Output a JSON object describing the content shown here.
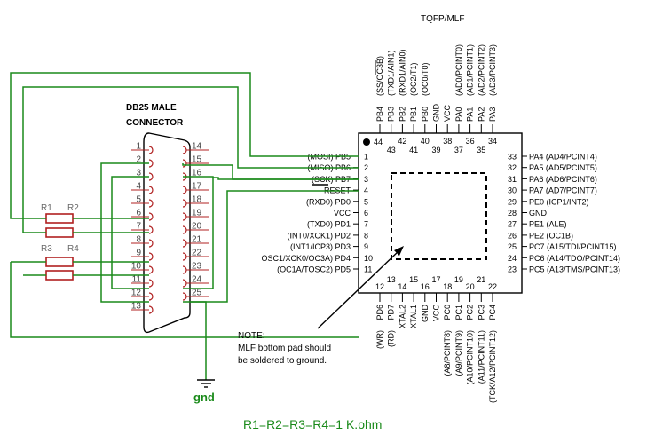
{
  "chip": {
    "package": "TQFP/MLF",
    "pin1_dot": "●",
    "left_pins": [
      {
        "num": "1",
        "port": "PB5",
        "func": "(MOSI)"
      },
      {
        "num": "2",
        "port": "PB6",
        "func": "(MISO)"
      },
      {
        "num": "3",
        "port": "PB7",
        "func": "(SCK)"
      },
      {
        "num": "4",
        "port": "",
        "func": "RESET"
      },
      {
        "num": "5",
        "port": "PD0",
        "func": "(RXD0)"
      },
      {
        "num": "6",
        "port": "",
        "func": "VCC"
      },
      {
        "num": "7",
        "port": "PD1",
        "func": "(TXD0)"
      },
      {
        "num": "8",
        "port": "PD2",
        "func": "(INT0/XCK1)"
      },
      {
        "num": "9",
        "port": "PD3",
        "func": "(INT1/ICP3)"
      },
      {
        "num": "10",
        "port": "PD4",
        "func": "OSC1/XCK0/OC3A)"
      },
      {
        "num": "11",
        "port": "PD5",
        "func": "(OC1A/TOSC2)"
      }
    ],
    "right_pins": [
      {
        "num": "33",
        "port": "PA4",
        "func": "(AD4/PCINT4)"
      },
      {
        "num": "32",
        "port": "PA5",
        "func": "(AD5/PCINT5)"
      },
      {
        "num": "31",
        "port": "PA6",
        "func": "(AD6/PCINT6)"
      },
      {
        "num": "30",
        "port": "PA7",
        "func": "(AD7/PCINT7)"
      },
      {
        "num": "29",
        "port": "PE0",
        "func": "(ICP1/INT2)"
      },
      {
        "num": "28",
        "port": "GND",
        "func": ""
      },
      {
        "num": "27",
        "port": "PE1",
        "func": "(ALE)"
      },
      {
        "num": "26",
        "port": "PE2",
        "func": "(OC1B)"
      },
      {
        "num": "25",
        "port": "PC7",
        "func": "(A15/TDI/PCINT15)"
      },
      {
        "num": "24",
        "port": "PC6",
        "func": "(A14/TDO/PCINT14)"
      },
      {
        "num": "23",
        "port": "PC5",
        "func": "(A13/TMS/PCINT13)"
      }
    ],
    "top_pins": [
      {
        "num": "44",
        "port": "PB4",
        "func": "(SS/OC3B)"
      },
      {
        "num": "43",
        "port": "PB3",
        "func": "(TXD1/AIN1)"
      },
      {
        "num": "42",
        "port": "PB2",
        "func": "(RXD1/AIN0)"
      },
      {
        "num": "41",
        "port": "PB1",
        "func": "(OC2/T1)"
      },
      {
        "num": "40",
        "port": "PB0",
        "func": "(OC0/T0)"
      },
      {
        "num": "39",
        "port": "GND",
        "func": ""
      },
      {
        "num": "38",
        "port": "VCC",
        "func": ""
      },
      {
        "num": "37",
        "port": "PA0",
        "func": "(AD0/PCINT0)"
      },
      {
        "num": "36",
        "port": "PA1",
        "func": "(AD1/PCINT1)"
      },
      {
        "num": "35",
        "port": "PA2",
        "func": "(AD2/PCINT2)"
      },
      {
        "num": "34",
        "port": "PA3",
        "func": "(AD3/PCINT3)"
      }
    ],
    "bottom_pins": [
      {
        "num": "12",
        "port": "PD6",
        "func": "(WR)"
      },
      {
        "num": "13",
        "port": "PD7",
        "func": "(RD)"
      },
      {
        "num": "14",
        "port": "XTAL2",
        "func": ""
      },
      {
        "num": "15",
        "port": "XTAL1",
        "func": ""
      },
      {
        "num": "16",
        "port": "GND",
        "func": ""
      },
      {
        "num": "17",
        "port": "VCC",
        "func": ""
      },
      {
        "num": "18",
        "port": "PC0",
        "func": "(A8/PCINT8)"
      },
      {
        "num": "19",
        "port": "PC1",
        "func": "(A9/PCINT9)"
      },
      {
        "num": "20",
        "port": "PC2",
        "func": "(A10/PCINT10)"
      },
      {
        "num": "21",
        "port": "PC3",
        "func": "(A11/PCINT11)"
      },
      {
        "num": "22",
        "port": "PC4",
        "func": "(TCK/A12/PCINT12)"
      }
    ]
  },
  "connector": {
    "title_line1": "DB25 MALE",
    "title_line2": "CONNECTOR",
    "pins_left": [
      "1",
      "2",
      "3",
      "4",
      "5",
      "6",
      "7",
      "8",
      "9",
      "10",
      "11",
      "12",
      "13"
    ],
    "pins_right": [
      "14",
      "15",
      "16",
      "17",
      "18",
      "19",
      "20",
      "21",
      "22",
      "23",
      "24",
      "25"
    ]
  },
  "resistors": [
    "R1",
    "R2",
    "R3",
    "R4"
  ],
  "note": {
    "line1": "NOTE:",
    "line2": "MLF bottom pad should",
    "line3": "be soldered to ground."
  },
  "ground_label": "gnd",
  "resistor_value": "R1=R2=R3=R4=1 K.ohm",
  "colors": {
    "wire": "#1a8a1a",
    "component": "#b02020",
    "text": "#000000"
  }
}
